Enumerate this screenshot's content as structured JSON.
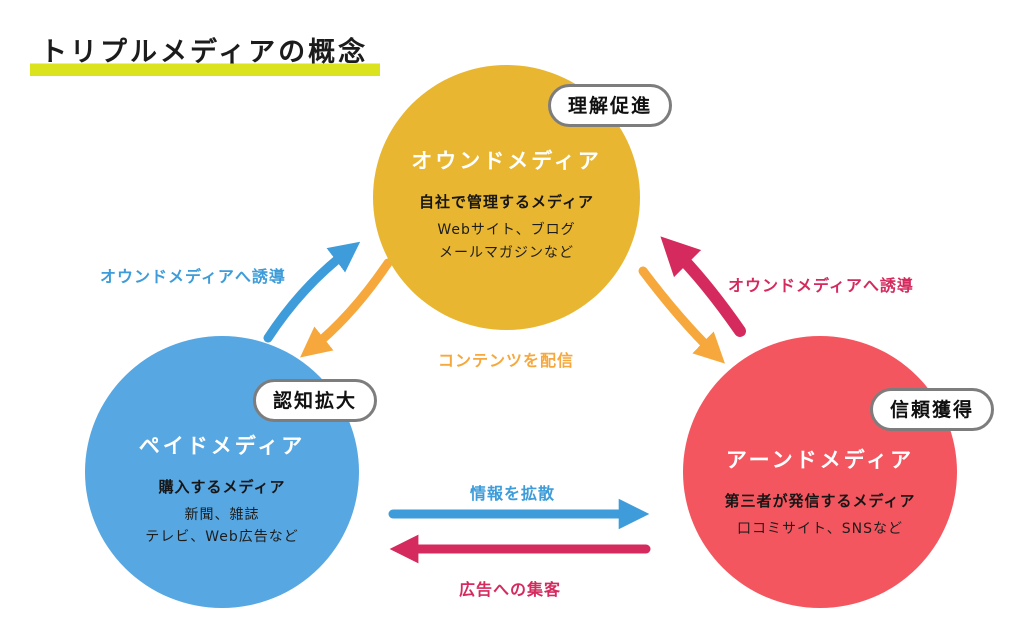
{
  "title": "トリプルメディアの概念",
  "colors": {
    "highlight": "#dbe21e",
    "owned_circle": "#e8b630",
    "paid_circle": "#57a7e2",
    "earned_circle": "#f4565f",
    "blue_arrow": "#3d9cd9",
    "orange_arrow": "#f6a83c",
    "red_arrow": "#d52a5e",
    "badge_border": "#7d7d7d"
  },
  "nodes": {
    "owned": {
      "badge": "理解促進",
      "name": "オウンドメディア",
      "subtitle": "自社で管理するメディア",
      "examples": [
        "Webサイト、ブログ",
        "メールマガジンなど"
      ]
    },
    "paid": {
      "badge": "認知拡大",
      "name": "ペイドメディア",
      "subtitle": "購入するメディア",
      "examples": [
        "新聞、雑誌",
        "テレビ、Web広告など"
      ]
    },
    "earned": {
      "badge": "信頼獲得",
      "name": "アーンドメディア",
      "subtitle": "第三者が発信するメディア",
      "examples": [
        "口コミサイト、SNSなど"
      ]
    }
  },
  "edges": {
    "paid_to_owned": "オウンドメディアへ誘導",
    "owned_broadcast": "コンテンツを配信",
    "earned_to_owned": "オウンドメディアへ誘導",
    "paid_to_earned": "情報を拡散",
    "earned_to_paid": "広告への集客"
  }
}
